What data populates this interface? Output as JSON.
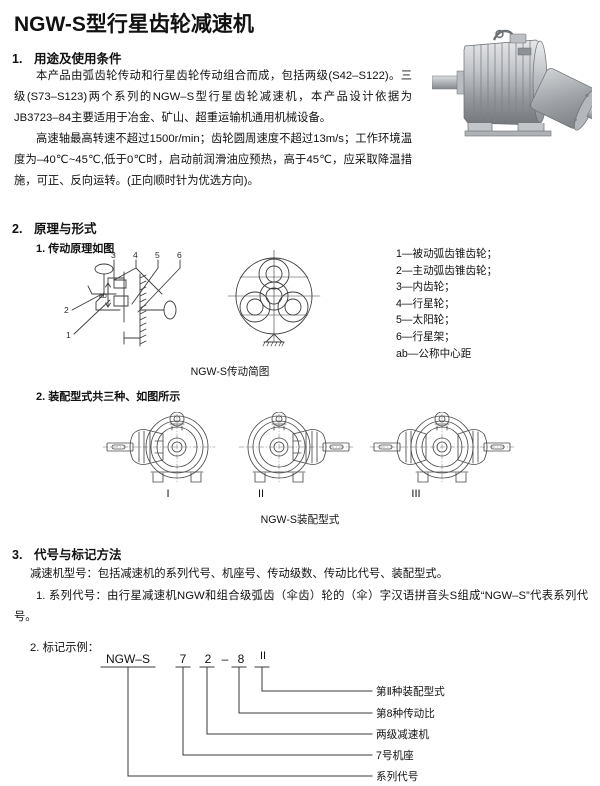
{
  "document": {
    "title": "NGW-S型行星齿轮减速机",
    "photo_alt": "planetary-gear-reducer-photo"
  },
  "sections": [
    {
      "number": "1.",
      "heading": "用途及使用条件",
      "paragraphs": [
        "本产品由弧齿轮传动和行星齿轮传动组合而成，包括两级(S42–S122)。三级(S73–S123)两个系列的NGW–S型行星齿轮减速机，本产品设计依据为JB3723–84主要适用于冶金、矿山、超重运输机通用机械设备。",
        "高速轴最高转速不超过1500r/min；齿轮圆周速度不超过13m/s；工作环境温度为–40℃~45℃,低于0℃时，启动前润滑油应预热，高于45℃，应采取降温措施，可正、反向运转。(正向顺时针为优选方向)。"
      ]
    },
    {
      "number": "2.",
      "heading": "原理与形式",
      "subsections": [
        {
          "number": "1.",
          "heading": "传动原理如图"
        },
        {
          "number": "2.",
          "heading": "装配型式共三种、如图所示"
        }
      ]
    },
    {
      "number": "3.",
      "heading": "代号与标记方法",
      "intro": "减速机型号：包括减速机的系列代号、机座号、传动级数、传动比代号、装配型式。",
      "subsections": [
        {
          "number": "1.",
          "text": "系列代号：由行星减速机NGW和组合级弧齿（伞齿）轮的（伞）字汉语拼音头S组成“NGW–S”代表系列代号。"
        },
        {
          "number": "2.",
          "text": "标记示例："
        }
      ]
    }
  ],
  "schematic": {
    "caption": "NGW-S传动简图",
    "callouts": [
      "1",
      "2",
      "3",
      "4",
      "5",
      "6"
    ],
    "dimension_label": "ab",
    "legend": [
      "1—被动弧齿锥齿轮；",
      "2—主动弧齿锥齿轮；",
      "3—内齿轮；",
      "4—行星轮；",
      "5—太阳轮；",
      "6—行星架；",
      "ab—公称中心距"
    ]
  },
  "assembly": {
    "caption": "NGW-S装配型式",
    "types": [
      "I",
      "II",
      "III"
    ]
  },
  "marking": {
    "tokens": [
      "NGW–S",
      "7",
      "2",
      "–",
      "8",
      "II"
    ],
    "callouts": [
      "第Ⅱ种装配型式",
      "第8种传动比",
      "两级减速机",
      "7号机座",
      "系列代号"
    ]
  },
  "colors": {
    "ink": "#111111",
    "line": "#555555",
    "metal_light": "#d9dadc",
    "metal_mid": "#a8abaf",
    "metal_dark": "#74787c",
    "background": "#ffffff"
  }
}
